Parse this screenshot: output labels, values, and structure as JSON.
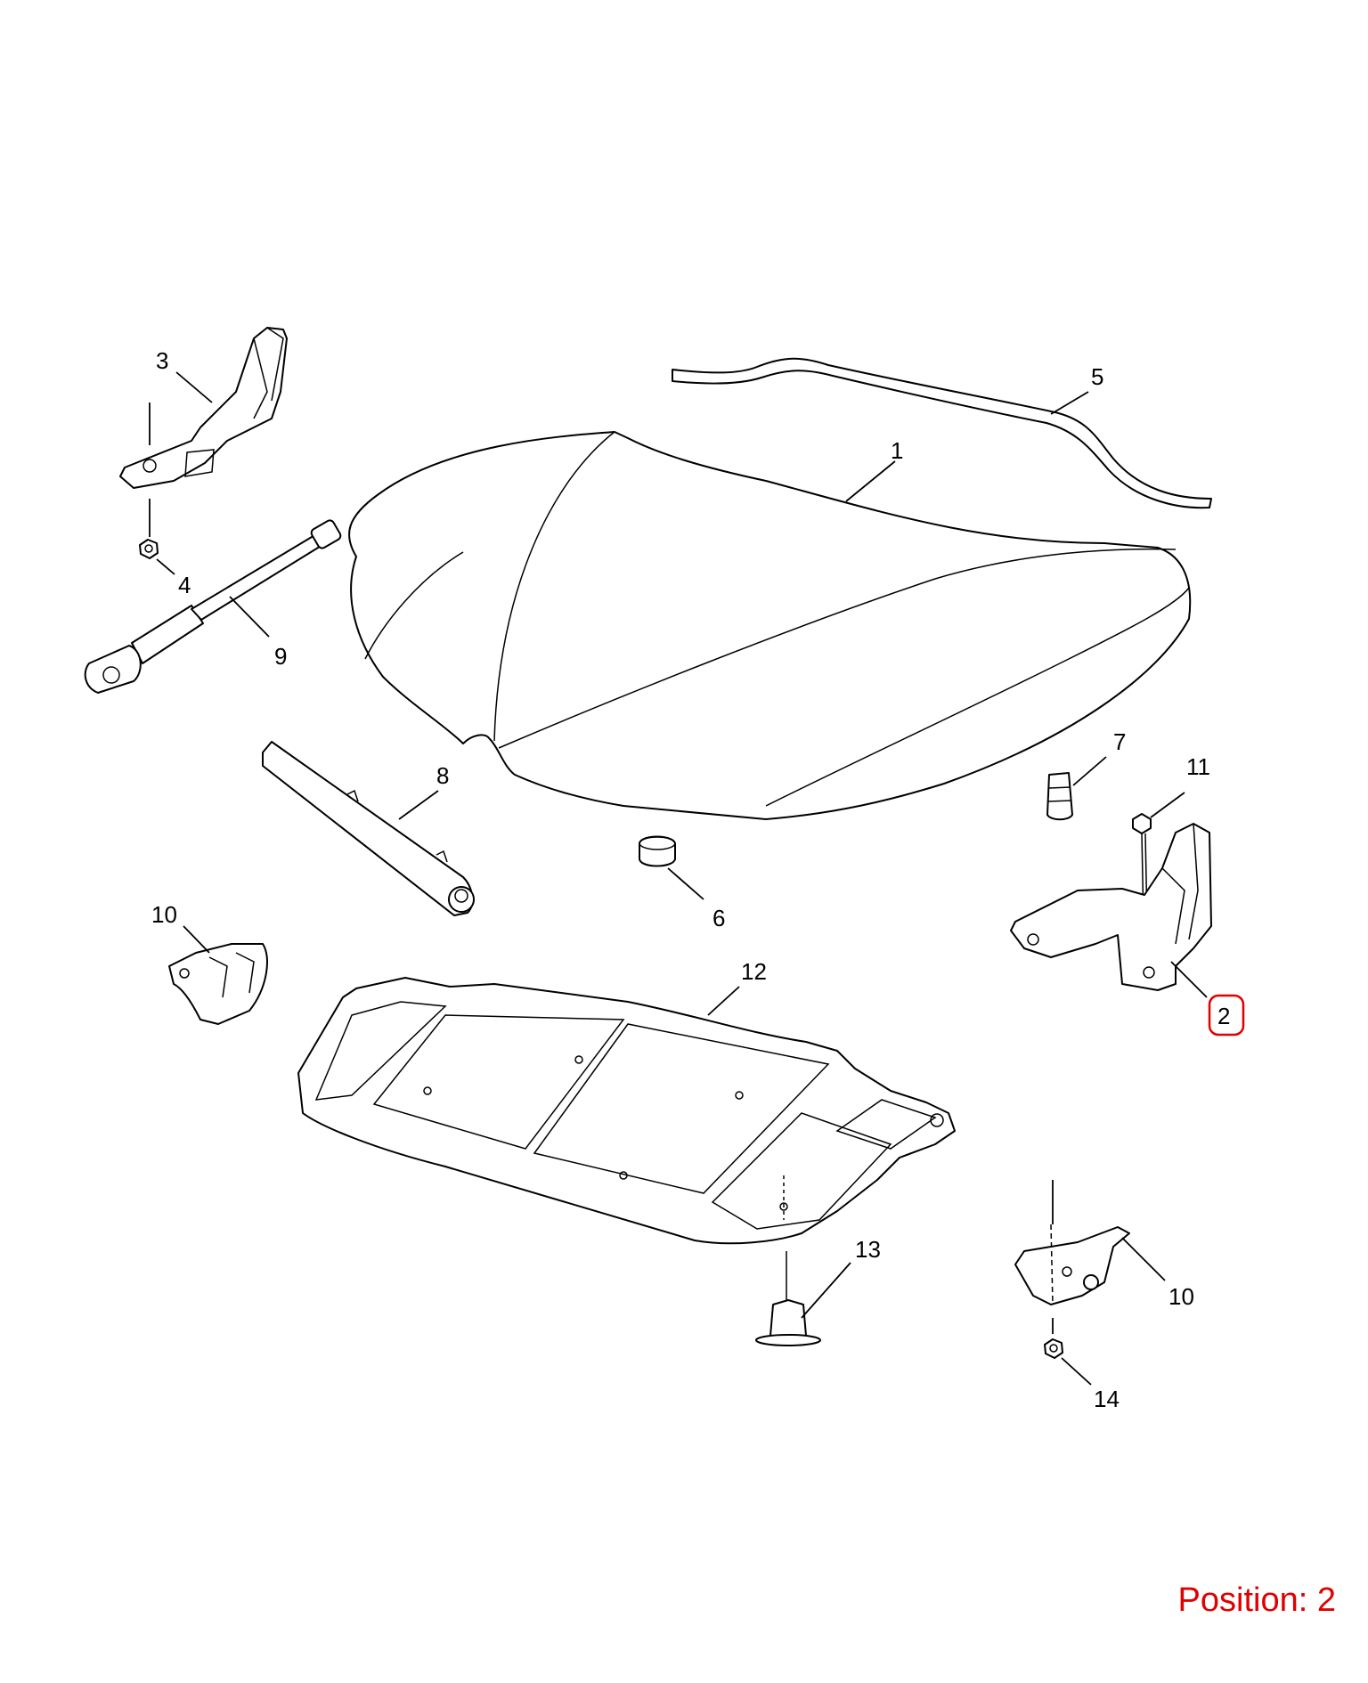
{
  "callouts": [
    {
      "id": "1",
      "label": "1"
    },
    {
      "id": "2",
      "label": "2",
      "highlighted": true
    },
    {
      "id": "3",
      "label": "3"
    },
    {
      "id": "4",
      "label": "4"
    },
    {
      "id": "5",
      "label": "5"
    },
    {
      "id": "6",
      "label": "6"
    },
    {
      "id": "7",
      "label": "7"
    },
    {
      "id": "8",
      "label": "8"
    },
    {
      "id": "9",
      "label": "9"
    },
    {
      "id": "10a",
      "label": "10"
    },
    {
      "id": "10b",
      "label": "10"
    },
    {
      "id": "11",
      "label": "11"
    },
    {
      "id": "12",
      "label": "12"
    },
    {
      "id": "13",
      "label": "13"
    },
    {
      "id": "14",
      "label": "14"
    }
  ],
  "position_text": "Position: 2",
  "colors": {
    "line": "#000000",
    "highlight": "#e00000",
    "background": "#ffffff"
  }
}
